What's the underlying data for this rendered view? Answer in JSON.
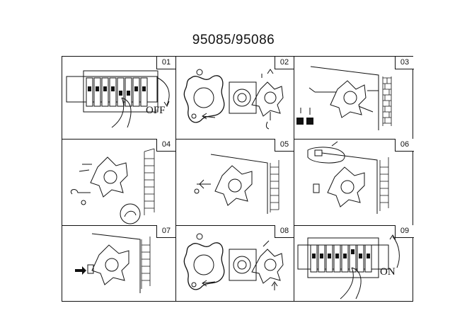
{
  "header": {
    "title": "95085/95086"
  },
  "steps": [
    {
      "number": "01",
      "label": "OFF"
    },
    {
      "number": "02"
    },
    {
      "number": "03"
    },
    {
      "number": "04"
    },
    {
      "number": "05"
    },
    {
      "number": "06"
    },
    {
      "number": "07"
    },
    {
      "number": "08"
    },
    {
      "number": "09",
      "label": "ON"
    }
  ]
}
